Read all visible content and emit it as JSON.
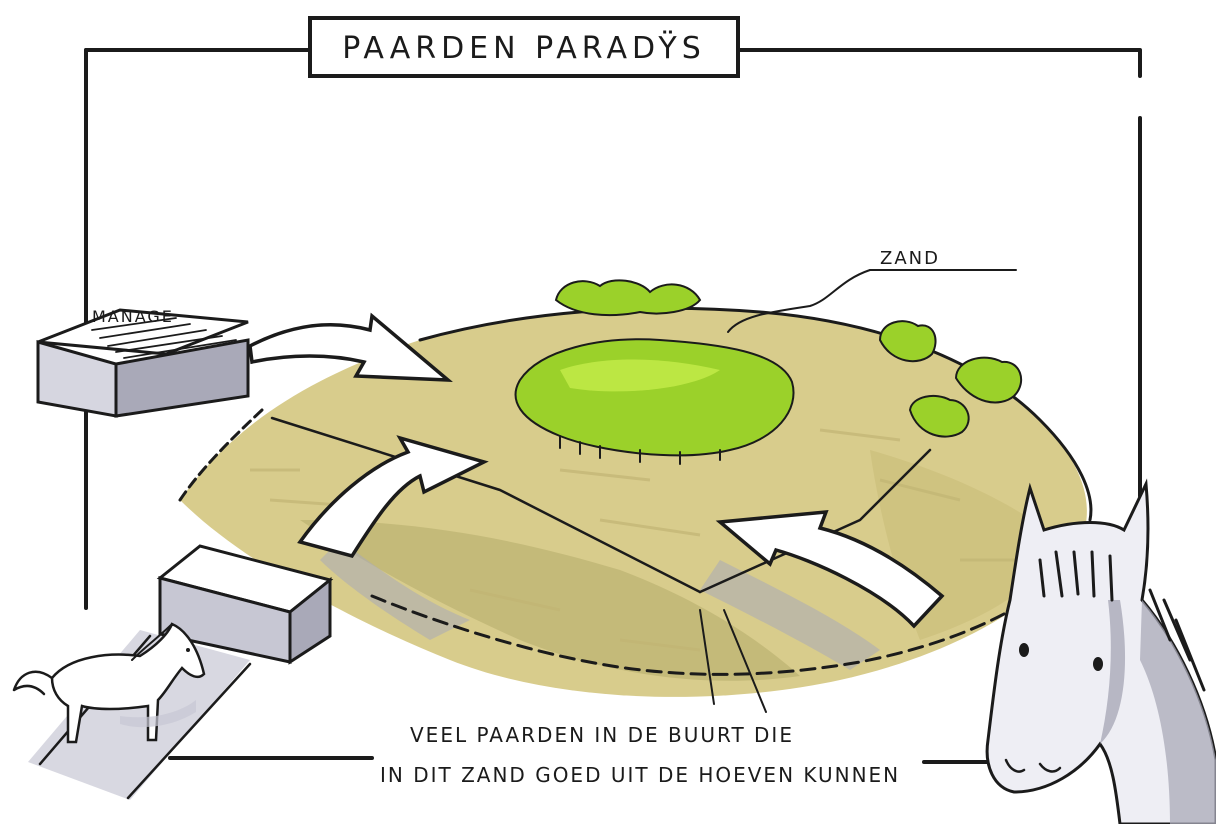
{
  "title": "PAARDEN PARADŸS",
  "labels": {
    "building": "MANAGE",
    "sand": "ZAND"
  },
  "caption": {
    "line1": "VEEL PAARDEN IN DE BUURT DIE",
    "line2": "IN DIT ZAND GOED UIT DE HOEVEN KUNNEN"
  },
  "colors": {
    "ink": "#1b1b1b",
    "sand": "#d8cc8c",
    "sand_dark": "#b5ab6a",
    "grass": "#9bd12a",
    "grass_light": "#c4ec4a",
    "shadow_grey": "#a9a9b8",
    "paper": "#ffffff"
  },
  "icons": {
    "horse_small": "horse-icon",
    "horse_head": "horse-head-icon",
    "building": "building-icon",
    "arrow": "arrow-icon",
    "tree": "tree-icon"
  }
}
